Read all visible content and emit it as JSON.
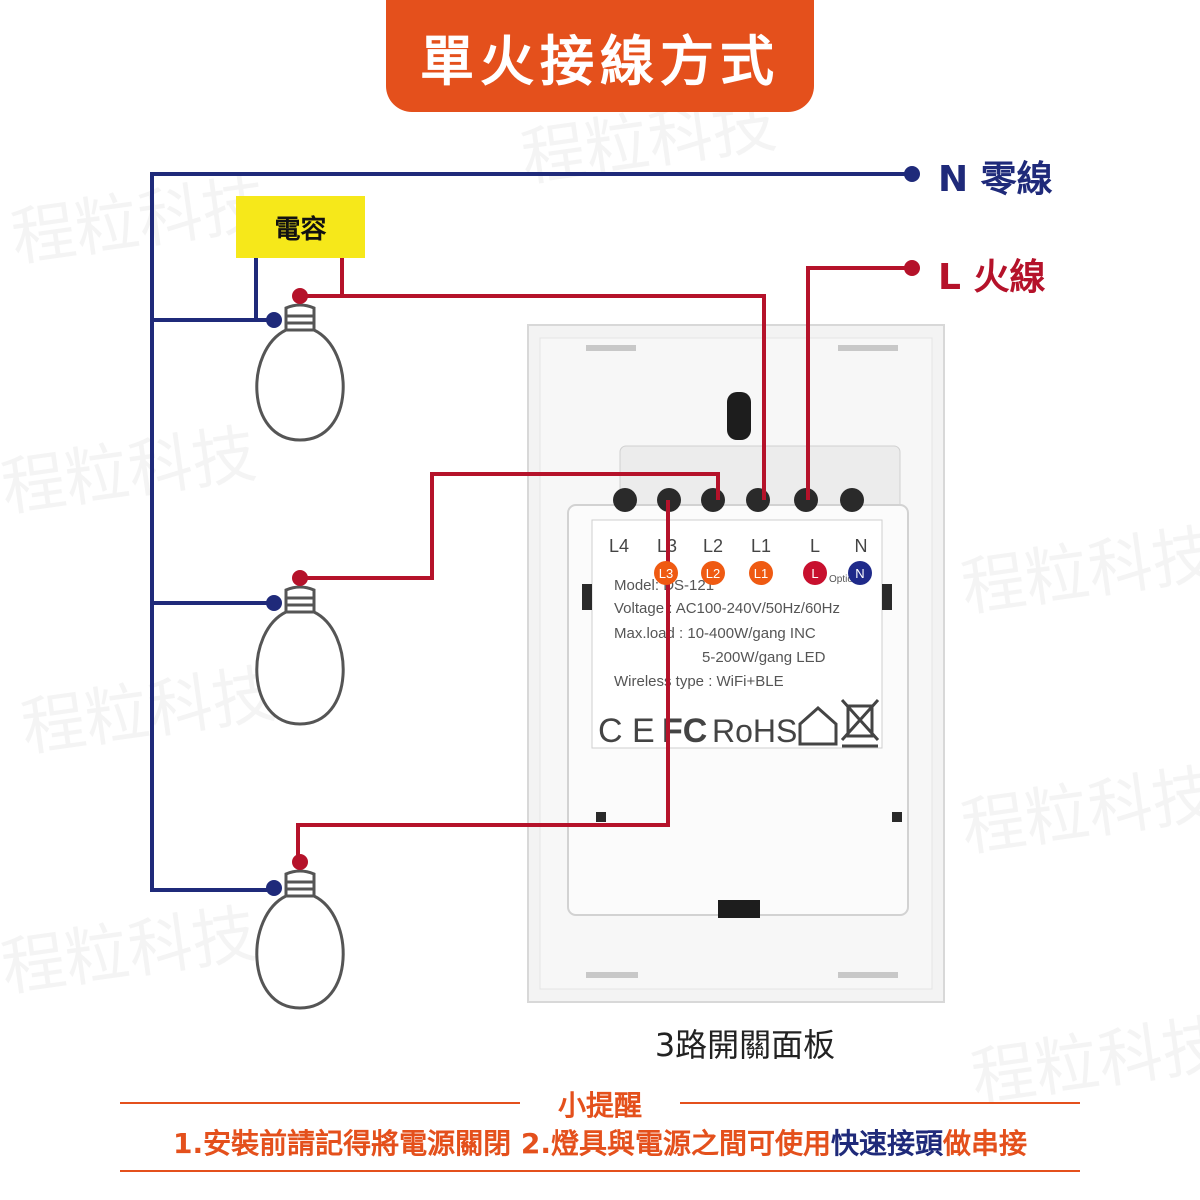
{
  "title": "單火接線方式",
  "labels": {
    "neutral": "N 零線",
    "live": "L 火線",
    "capacitor": "電容",
    "panel_caption": "3路開關面板"
  },
  "switch_panel": {
    "terminals": [
      "L4",
      "L3",
      "L2",
      "L1",
      "L",
      "N"
    ],
    "markers": [
      "L3",
      "L2",
      "L1",
      "L",
      "N"
    ],
    "model_line": "Model: DS-121",
    "option_text": "Option",
    "voltage_line": "Voltage : AC100-240V/50Hz/60Hz",
    "maxload_line1": "Max.load : 10-400W/gang  INC",
    "maxload_line2": "5-200W/gang  LED",
    "wireless_line": "Wireless type : WiFi+BLE",
    "cert_ce": "C E",
    "cert_fc": "FC",
    "cert_rohs": "RoHS"
  },
  "reminder": {
    "title": "小提醒",
    "part1": "1.安裝前請記得將電源關閉 2.燈具與電源之間可使用",
    "highlight": "快速接頭",
    "part2": "做串接"
  },
  "watermark": "程粒科技",
  "colors": {
    "accent": "#e4501c",
    "neutral_wire": "#1f2a7a",
    "live_wire": "#b5122a",
    "capacitor": "#f6e81a",
    "marker_orange": "#ef5a12"
  }
}
